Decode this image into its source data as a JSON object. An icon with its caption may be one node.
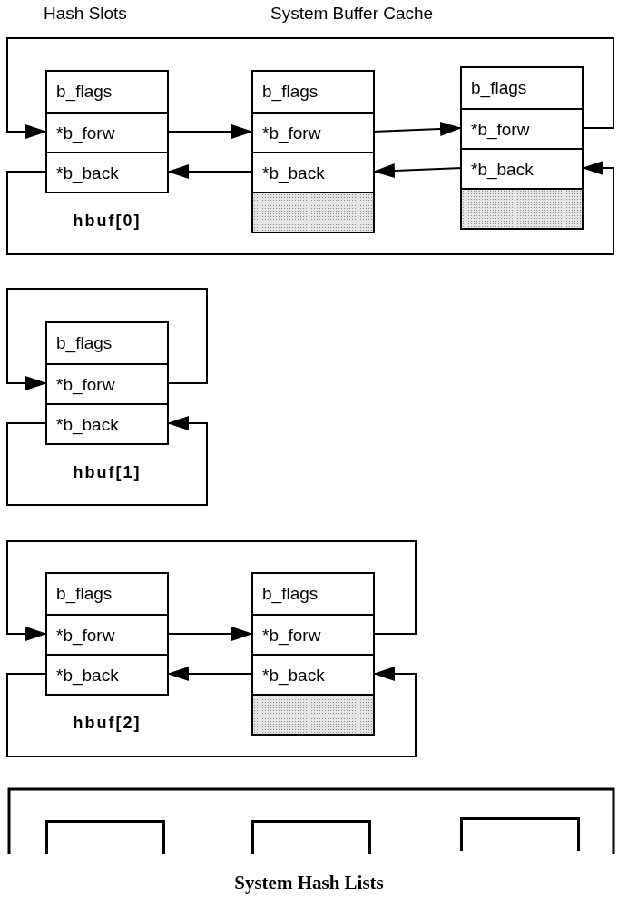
{
  "diagram": {
    "caption": "System Hash Lists",
    "nodes": [
      {
        "text": [],
        "shape": "box",
        "beside": [
          "hbuf[0]"
        ]
      },
      {
        "text": [
          "b_flags"
        ],
        "in": 0
      },
      {
        "text": [
          "*b_forw"
        ],
        "in": 0
      },
      {
        "text": [
          "*b_back"
        ],
        "in": 0
      },
      {
        "text": [],
        "shape": "box"
      },
      {
        "text": [
          "b_flags"
        ],
        "in": 4
      },
      {
        "text": [
          "*b_forw"
        ],
        "in": 4
      },
      {
        "text": [
          "*b_back"
        ],
        "in": 4
      },
      {
        "text": [],
        "shape": "box",
        "in": 4
      },
      {
        "text": [],
        "shape": "box"
      },
      {
        "text": [
          "b_flags"
        ],
        "in": 9
      },
      {
        "text": [
          "*b_forw"
        ],
        "in": 9
      },
      {
        "text": [
          "*b_back"
        ],
        "in": 9
      },
      {
        "text": [],
        "shape": "box",
        "in": 9
      },
      {
        "text": [],
        "shape": "box",
        "beside": [
          "hbuf[1]"
        ]
      },
      {
        "text": [
          "b_flags"
        ],
        "in": 14
      },
      {
        "text": [
          "*b_forw"
        ],
        "in": 14
      },
      {
        "text": [
          "*b_back"
        ],
        "in": 14
      },
      {
        "text": [],
        "shape": "box",
        "beside": [
          "hbuf[2]"
        ]
      },
      {
        "text": [
          "b_flags"
        ],
        "in": 18
      },
      {
        "text": [
          "*b_forw"
        ],
        "in": 18
      },
      {
        "text": [
          "*b_back"
        ],
        "in": 18
      },
      {
        "text": [],
        "shape": "box"
      },
      {
        "text": [
          "b_flags"
        ],
        "in": 22
      },
      {
        "text": [
          "*b_forw"
        ],
        "in": 22
      },
      {
        "text": [
          "*b_back"
        ],
        "in": 22
      },
      {
        "text": [],
        "shape": "box",
        "in": 22
      },
      {
        "text": [],
        "shape": "box"
      },
      {
        "text": [],
        "shape": "box"
      },
      {
        "text": [],
        "shape": "box"
      }
    ],
    "edges": [
      {
        "from": 2,
        "to": 6,
        "arrow": "to"
      },
      {
        "from": 6,
        "to": 11,
        "arrow": "to"
      },
      {
        "from": 11,
        "to": 2,
        "arrow": "to"
      },
      {
        "from": 12,
        "to": 7,
        "arrow": "to"
      },
      {
        "from": 7,
        "to": 3,
        "arrow": "to"
      },
      {
        "from": 3,
        "to": 12,
        "arrow": "to"
      },
      {
        "from": 16,
        "to": 16,
        "arrow": "to"
      },
      {
        "from": 17,
        "to": 17,
        "arrow": "to"
      },
      {
        "from": 20,
        "to": 24,
        "arrow": "to"
      },
      {
        "from": 24,
        "to": 20,
        "arrow": "to"
      },
      {
        "from": 25,
        "to": 21,
        "arrow": "to"
      },
      {
        "from": 21,
        "to": 25,
        "arrow": "to"
      }
    ],
    "labels": [
      "Hash Slots",
      "System Buffer Cache"
    ]
  }
}
